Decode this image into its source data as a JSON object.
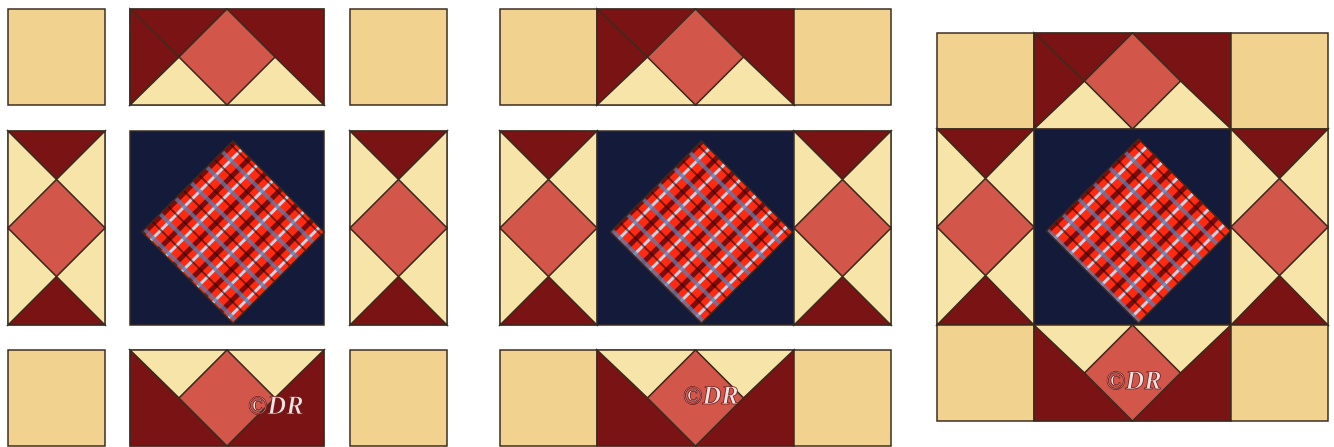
{
  "image": {
    "description_labels": {
      "watermark_text": "©DR"
    }
  },
  "palette": {
    "cream": "#f2d28f",
    "cream_light": "#f7e4a8",
    "coral": "#d2564a",
    "burgundy": "#7a1414",
    "navy": "#141a3a",
    "plaid_red": "#ff2a10",
    "plaid_blue": "#5a7cb0",
    "outline": "#3a2a1e"
  },
  "panels": [
    {
      "name": "exploded-blocks",
      "layout": "nine-separate-units"
    },
    {
      "name": "joined-rows",
      "layout": "three-rows"
    },
    {
      "name": "finished-block",
      "layout": "single-block"
    }
  ]
}
